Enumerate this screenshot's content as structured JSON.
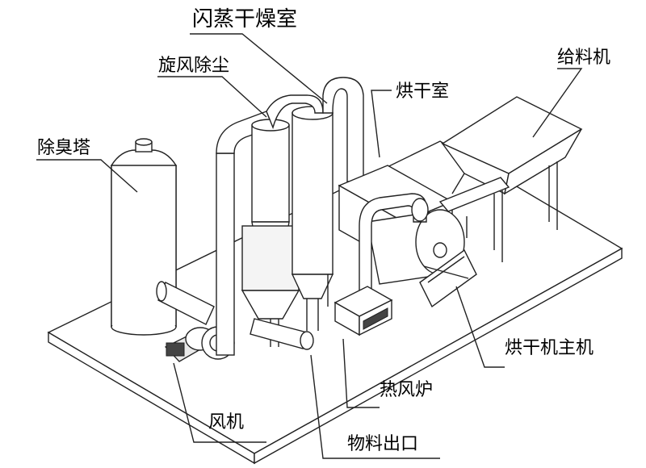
{
  "labels": {
    "flash_drying_room": "闪蒸干燥室",
    "cyclone_dust_removal": "旋风除尘",
    "drying_room": "烘干室",
    "feeder": "给料机",
    "deodorization_tower": "除臭塔",
    "dryer_main_unit": "烘干机主机",
    "hot_air_furnace": "热风炉",
    "fan": "风机",
    "material_outlet": "物料出口"
  }
}
